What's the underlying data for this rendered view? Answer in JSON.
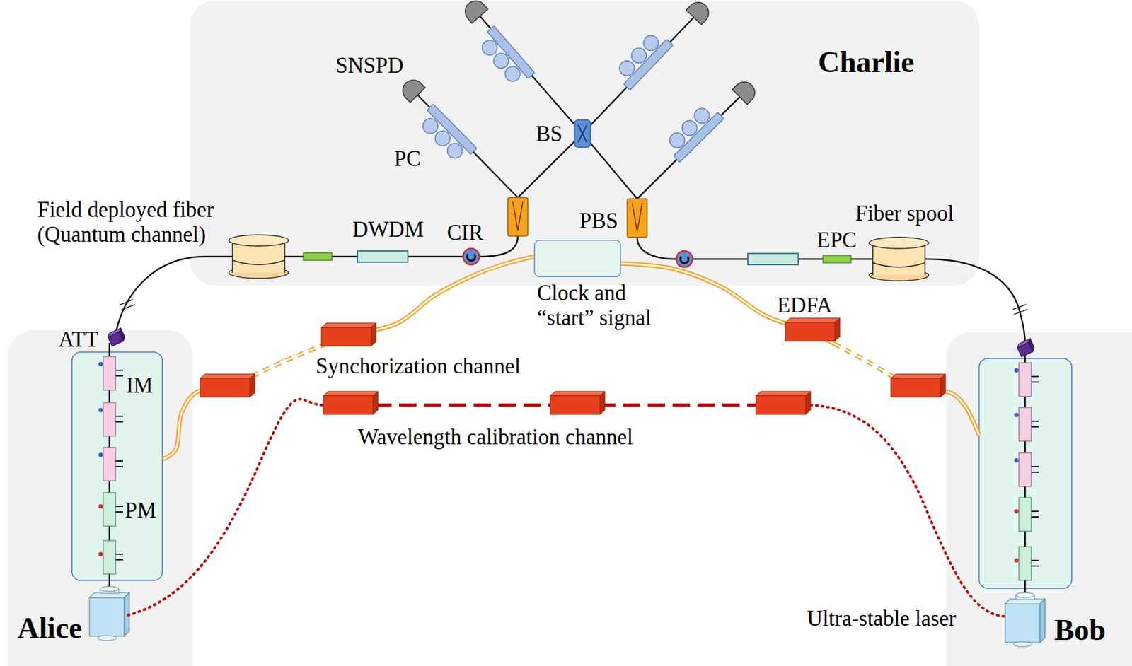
{
  "diagram": {
    "nodes": [
      {
        "text": [
          "Charlie"
        ]
      },
      {
        "text": [
          "Clock and “start” signal"
        ],
        "in": 0
      },
      {
        "text": [
          "Alice"
        ]
      },
      {
        "text": [
          "IM",
          "PM"
        ],
        "in": 2
      },
      {
        "text": [
          "Bob"
        ]
      }
    ],
    "edges": [
      {
        "from": 1,
        "to": 3,
        "arrow": "none"
      },
      {
        "from": 1,
        "to": 4,
        "arrow": "none"
      }
    ],
    "labels": [
      "SNSPD",
      "PC",
      "BS",
      "Field deployed fiber (Quantum channel)",
      "DWDM",
      "CIR",
      "PBS",
      "Fiber spool",
      "EPC",
      "ATT",
      "Synchorization channel",
      "EDFA",
      "Wavelength calibration channel",
      "Ultra-stable laser"
    ]
  }
}
